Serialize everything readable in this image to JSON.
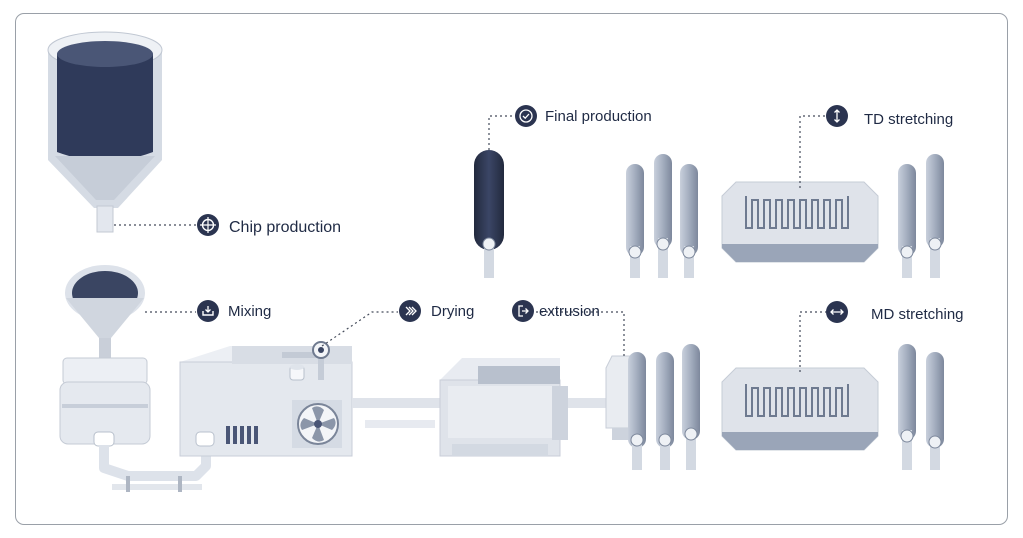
{
  "labels": {
    "chip": "Chip production",
    "mixing": "Mixing",
    "drying": "Drying",
    "extrusion": "extrusion",
    "final": "Final production",
    "td": "TD stretching",
    "md": "MD stretching"
  },
  "icons": {
    "chip": "crosshair-icon",
    "mixing": "tray-download-icon",
    "drying": "heat-waves-icon",
    "extrusion": "exit-arrow-icon",
    "final": "check-circle-icon",
    "td": "vertical-arrows-icon",
    "md": "horizontal-arrows-icon"
  },
  "colors": {
    "badge": "#2b3450",
    "navy": "#2f3a5a",
    "steel": "#a9b3c4",
    "light": "#e4e8ef",
    "leader": "#444b5a"
  }
}
